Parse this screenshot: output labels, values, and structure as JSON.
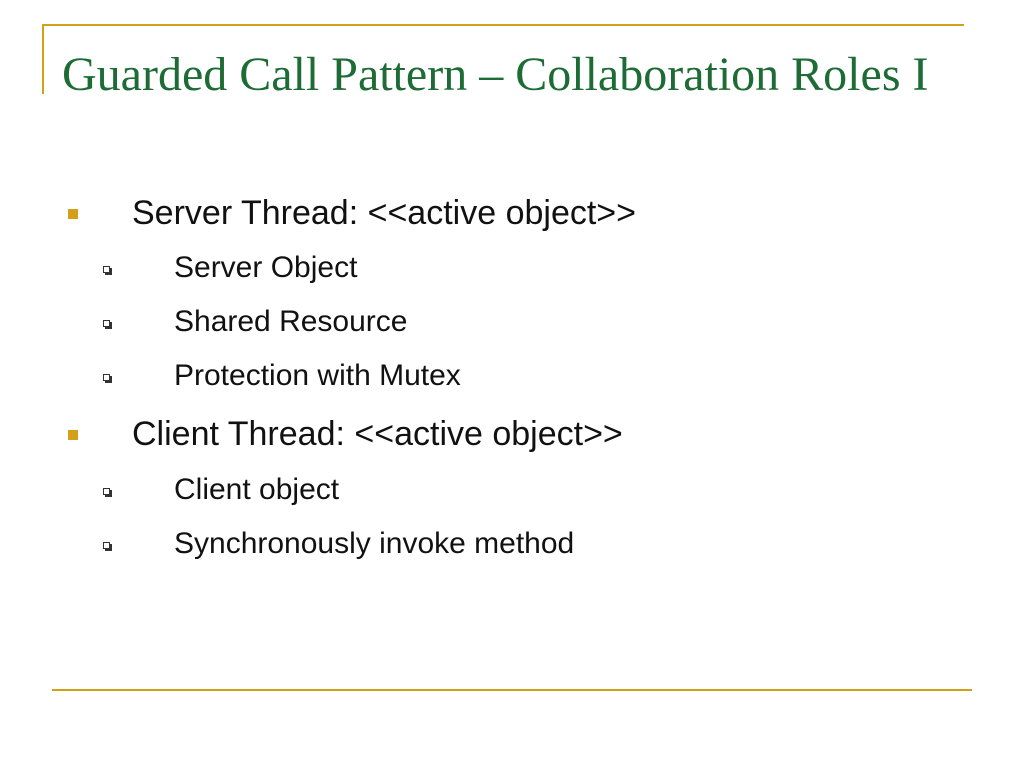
{
  "slide": {
    "title": "Guarded Call Pattern – Collaboration Roles I",
    "colors": {
      "title": "#1d6b35",
      "accent": "#d4a017",
      "text": "#111111"
    },
    "bullets": [
      {
        "text": "Server Thread: <<active object>>",
        "children": [
          "Server Object",
          "Shared Resource",
          "Protection with Mutex"
        ]
      },
      {
        "text": "Client Thread: <<active object>>",
        "children": [
          "Client object",
          "Synchronously invoke method"
        ]
      }
    ]
  }
}
